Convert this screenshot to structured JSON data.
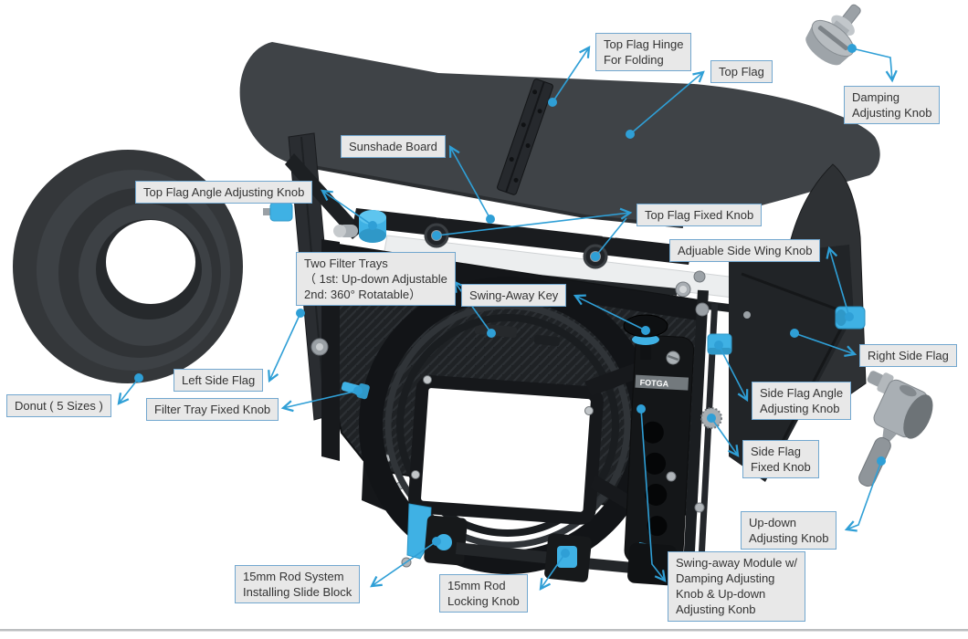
{
  "diagram": {
    "subject": "matte-box-parts-diagram",
    "brand_plate": "FOTGA",
    "colors": {
      "leader_line": "#2f9fd6",
      "callout_fill": "#e8e8e8",
      "callout_border": "#72a7cf",
      "callout_text": "#333333",
      "knob_blue": "#3fb1e4",
      "body_dark": "#1d2023",
      "flag_gray": "#3f4347",
      "metal_silver": "#a8aeb3",
      "bottom_rule": "#bcbec0"
    },
    "labels": [
      {
        "id": "top-flag-hinge",
        "text": "Top Flag Hinge\nFor Folding"
      },
      {
        "id": "top-flag",
        "text": "Top Flag"
      },
      {
        "id": "damping-knob",
        "text": "Damping\nAdjusting Knob"
      },
      {
        "id": "sunshade-board",
        "text": "Sunshade Board"
      },
      {
        "id": "top-flag-angle",
        "text": "Top Flag Angle Adjusting Knob"
      },
      {
        "id": "top-flag-fixed",
        "text": "Top Flag Fixed Knob"
      },
      {
        "id": "side-wing-knob",
        "text": "Adjuable Side Wing Knob"
      },
      {
        "id": "filter-trays",
        "text": "Two Filter Trays\n（ 1st: Up-down Adjustable\n2nd: 360° Rotatable）"
      },
      {
        "id": "swing-away-key",
        "text": "Swing-Away Key"
      },
      {
        "id": "right-side-flag",
        "text": "Right Side Flag"
      },
      {
        "id": "left-side-flag",
        "text": "Left Side Flag"
      },
      {
        "id": "donut",
        "text": "Donut ( 5 Sizes )"
      },
      {
        "id": "filter-tray-fixed",
        "text": "Filter Tray Fixed Knob"
      },
      {
        "id": "side-flag-angle",
        "text": "Side Flag Angle\nAdjusting Knob"
      },
      {
        "id": "side-flag-fixed",
        "text": "Side Flag\nFixed Knob"
      },
      {
        "id": "up-down-knob",
        "text": "Up-down\nAdjusting Knob"
      },
      {
        "id": "swing-away-module",
        "text": "Swing-away Module w/\nDamping Adjusting\nKnob & Up-down\nAdjusting Konb"
      },
      {
        "id": "rod-slide-block",
        "text": "15mm Rod System\nInstalling Slide Block"
      },
      {
        "id": "rod-locking-knob",
        "text": "15mm Rod\nLocking Knob"
      }
    ]
  }
}
